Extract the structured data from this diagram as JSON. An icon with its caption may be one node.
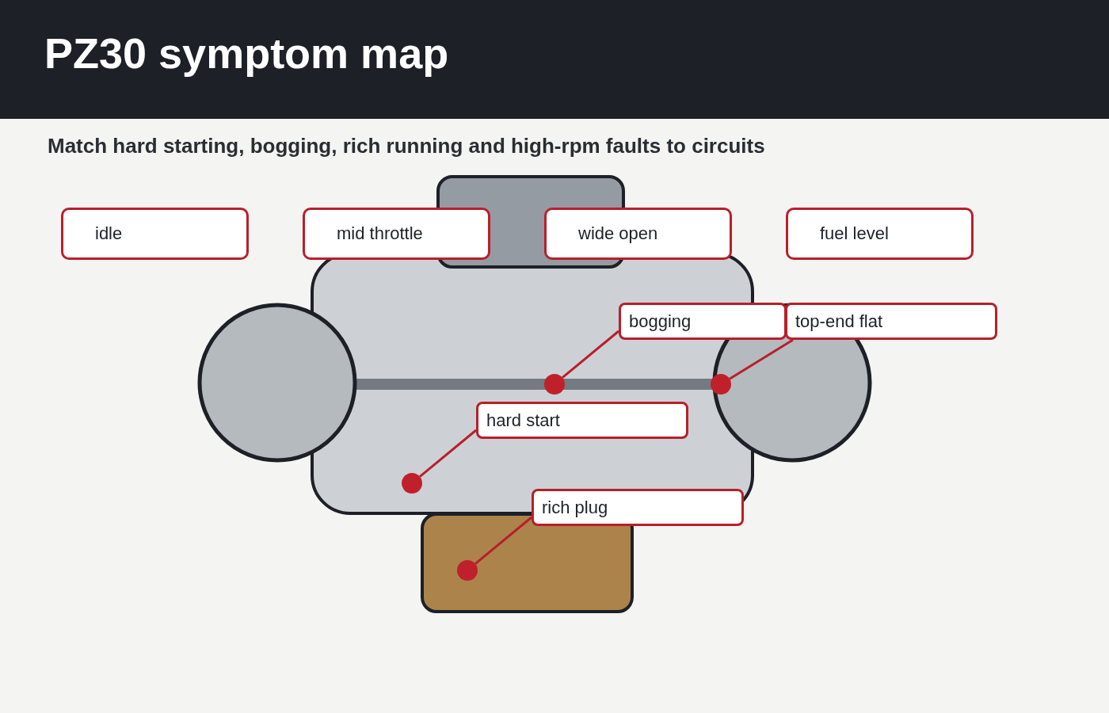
{
  "diagram": {
    "title": "PZ30 symptom map",
    "nodes": [
      {
        "text": [
          "idle"
        ]
      },
      {
        "text": [
          "mid throttle"
        ]
      },
      {
        "text": [
          "wide open"
        ]
      },
      {
        "text": [
          "fuel level"
        ]
      },
      {
        "text": [
          "bogging"
        ]
      },
      {
        "text": [
          "top-end flat"
        ]
      },
      {
        "text": [
          "hard start"
        ]
      },
      {
        "text": [
          "rich plug"
        ]
      },
      {
        "text": [],
        "shape": "circle"
      },
      {
        "text": [],
        "shape": "circle"
      },
      {
        "text": [],
        "shape": "circle"
      },
      {
        "text": [],
        "shape": "circle"
      }
    ],
    "edges": [
      {
        "from": 4,
        "to": 8,
        "arrow": "none"
      },
      {
        "from": 5,
        "to": 9,
        "arrow": "none"
      },
      {
        "from": 6,
        "to": 10,
        "arrow": "none"
      },
      {
        "from": 7,
        "to": 11,
        "arrow": "none"
      }
    ],
    "labels": [
      "Match hard starting, bogging, rich running and high-rpm faults to circuits"
    ]
  }
}
